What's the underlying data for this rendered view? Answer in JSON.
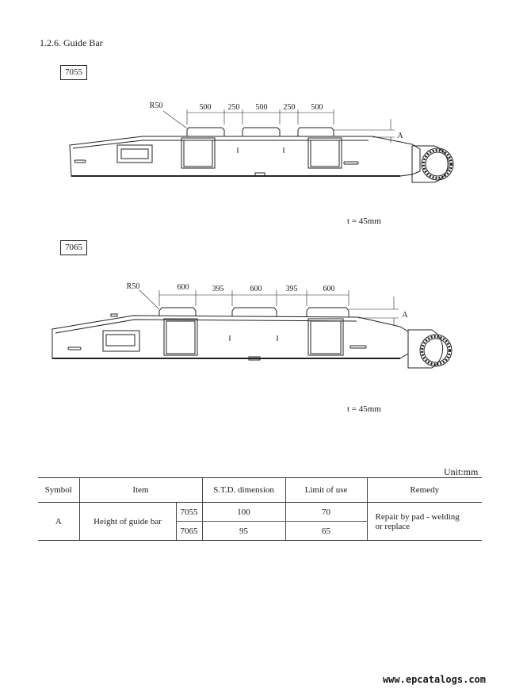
{
  "section_title": "1.2.6. Guide Bar",
  "unit_label": "Unit:mm",
  "footer_url": "www.epcatalogs.com",
  "figures": [
    {
      "model": "7055",
      "radius": "R50",
      "dims": [
        "500",
        "250",
        "500",
        "250",
        "500"
      ],
      "point": "A",
      "thickness": "t = 45mm"
    },
    {
      "model": "7065",
      "radius": "R50",
      "dims": [
        "600",
        "395",
        "600",
        "395",
        "600"
      ],
      "point": "A",
      "thickness": "t = 45mm"
    }
  ],
  "table": {
    "headers": [
      "Symbol",
      "Item",
      "S.T.D. dimension",
      "Limit of use",
      "Remedy"
    ],
    "symbol": "A",
    "item": "Height of guide bar",
    "rows": [
      {
        "model": "7055",
        "std": "100",
        "limit": "70"
      },
      {
        "model": "7065",
        "std": "95",
        "limit": "65"
      }
    ],
    "remedy_line1": "Repair by pad - welding",
    "remedy_line2": "or replace"
  }
}
